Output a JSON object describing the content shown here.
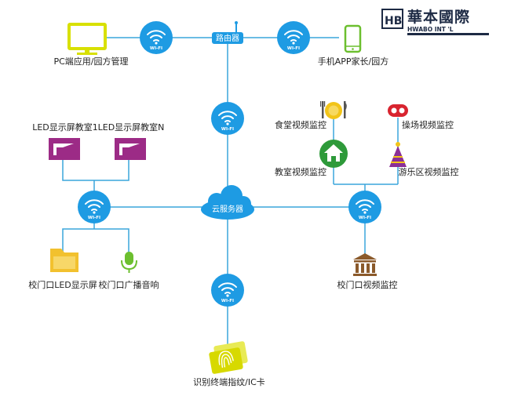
{
  "brand": {
    "logo_mark": "HB",
    "name_cn": "華本國際",
    "name_en": "HWABO INT 'L"
  },
  "wifi_badge_text": "WI-FI",
  "hubs": {
    "router": "路由器",
    "cloud": "云服务器"
  },
  "devices": {
    "pc": "PC端应用/园方管理",
    "mobile": "手机APP家长/园方",
    "led_room_1": "LED显示屏教室1",
    "led_room_n": "LED显示屏教室N",
    "canteen": "食堂视频监控",
    "playground": "操场视频监控",
    "classroom": "教室视频监控",
    "play_area": "游乐区视频监控",
    "gate_led": "校门口LED显示屏",
    "gate_audio": "校门口广播音响",
    "gate_video": "校门口视频监控",
    "id_terminal": "识别终端指纹/IC卡"
  },
  "colors": {
    "line": "#3aa5dc",
    "wifi": "#1e9be3",
    "monitor": "#d8e000",
    "phone": "#6cbf2f",
    "led_panel": "#9c2b86",
    "canteen": "#f2c419",
    "camera": "#d8242f",
    "house": "#2e9a3a",
    "party_hat": "#8b2f96",
    "folder": "#f2c12e",
    "mic": "#6cbf2f",
    "bank": "#8b5a2b",
    "card": "#d7d900"
  }
}
